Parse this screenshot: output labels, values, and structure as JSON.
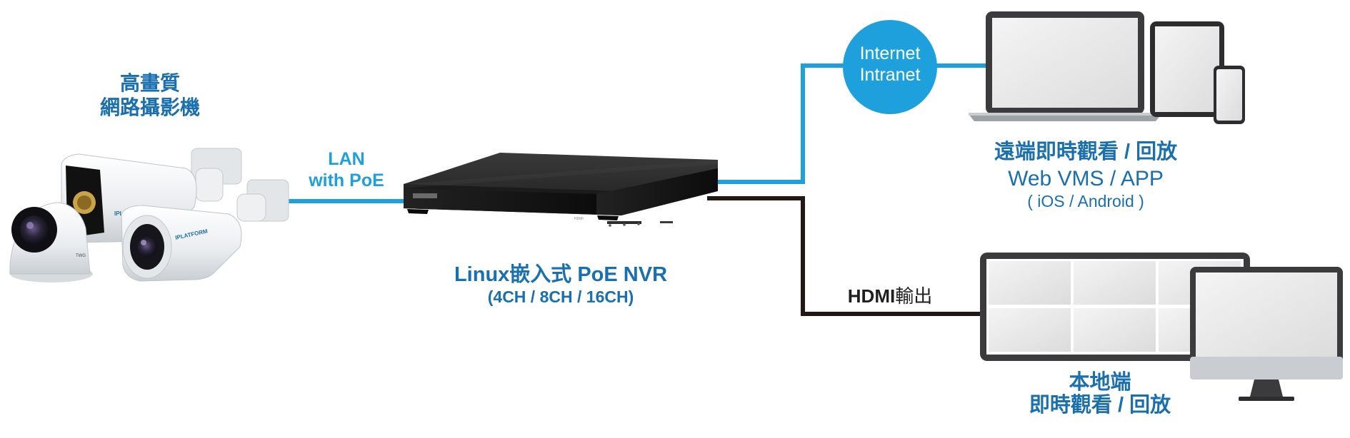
{
  "cameras": {
    "title_line1": "高畫質",
    "title_line2": "網路攝影機",
    "brand": "IPLATFORM"
  },
  "lan": {
    "line1": "LAN",
    "line2": "with PoE"
  },
  "nvr": {
    "title": "Linux嵌入式 PoE NVR",
    "subtitle": "(4CH / 8CH / 16CH)",
    "front_badge": "HDMI"
  },
  "network": {
    "line1": "Internet",
    "line2": "Intranet"
  },
  "remote": {
    "line1": "遠端即時觀看 / 回放",
    "line2": "Web VMS / APP",
    "line3": "( iOS / Android )"
  },
  "hdmi": {
    "bold_part": "HDMI",
    "rest": "輸出"
  },
  "local": {
    "line1": "本地端",
    "line2": "即時觀看 / 回放"
  },
  "colors": {
    "lan_line": "#1ea0dd",
    "hdmi_line": "#231815",
    "internet_circle": "#1ea0dd",
    "title_blue": "#1a6fae"
  }
}
